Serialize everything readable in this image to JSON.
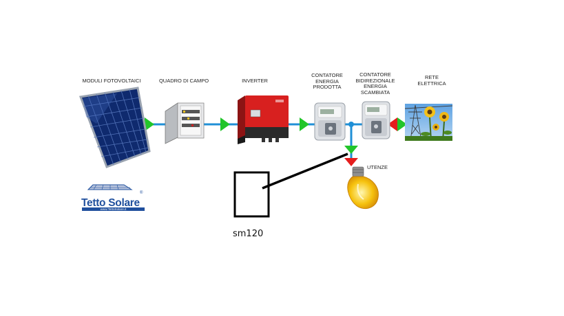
{
  "labels": {
    "moduli": "MODULI FOTOVOLTAICI",
    "quadro": "QUADRO DI CAMPO",
    "inverter": "INVERTER",
    "contatore_prodotta": "CONTATORE ENERGIA PRODOTTA",
    "contatore_bidirezionale": "CONTATORE BIDIREZIONALE ENERGIA SCAMBIATA",
    "rete": "RETE ELETTRICA",
    "utenze": "UTENZE"
  },
  "logo": {
    "name": "Tetto Solare",
    "registered": "®",
    "url": "www.TettoSolare.it"
  },
  "device_label": "sm120",
  "colors": {
    "line_blue": "#1f8fd6",
    "arrow_green": "#22c52a",
    "arrow_red": "#e51d1d",
    "logo_blue": "#1f4f9d",
    "inverter_red": "#d8201f"
  }
}
